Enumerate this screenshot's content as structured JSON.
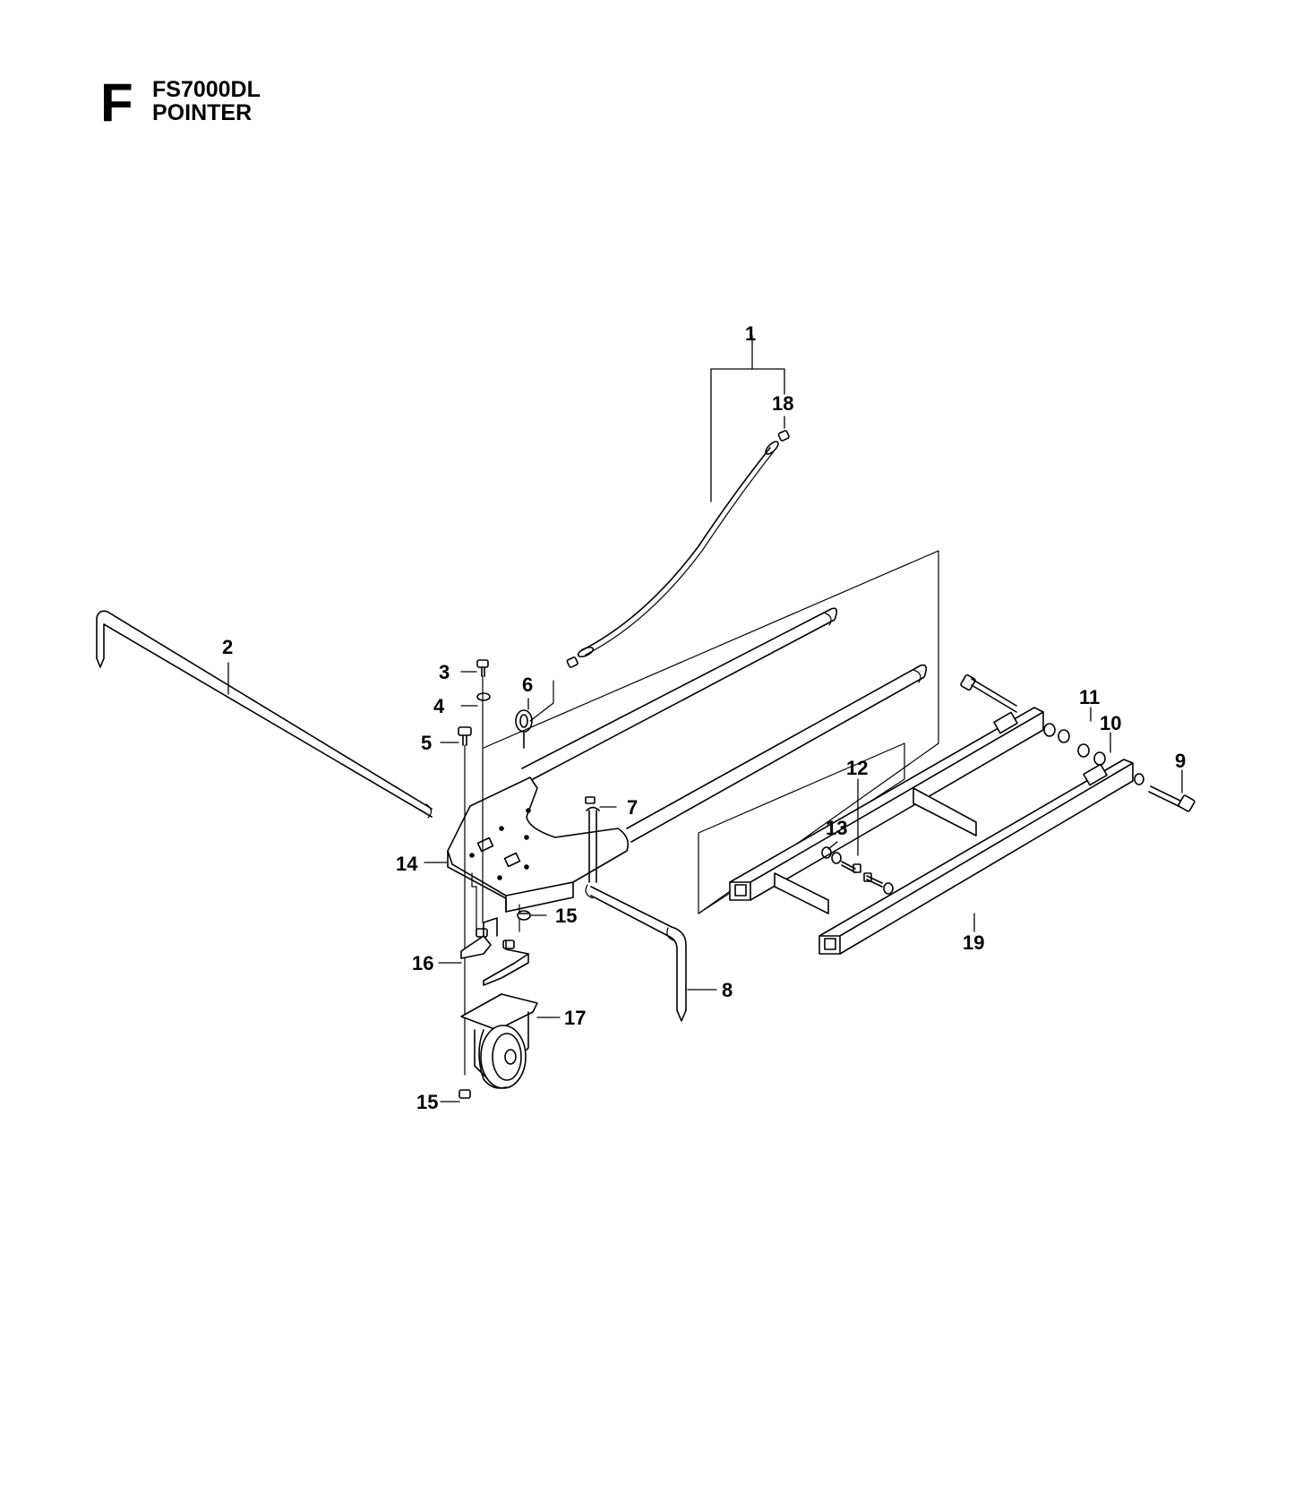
{
  "header": {
    "section_letter": "F",
    "model": "FS7000DL",
    "title": "POINTER"
  },
  "callouts": [
    "1",
    "18",
    "2",
    "3",
    "4",
    "5",
    "6",
    "7",
    "14",
    "15",
    "16",
    "17",
    "15",
    "8",
    "11",
    "10",
    "9",
    "12",
    "13",
    "19"
  ]
}
